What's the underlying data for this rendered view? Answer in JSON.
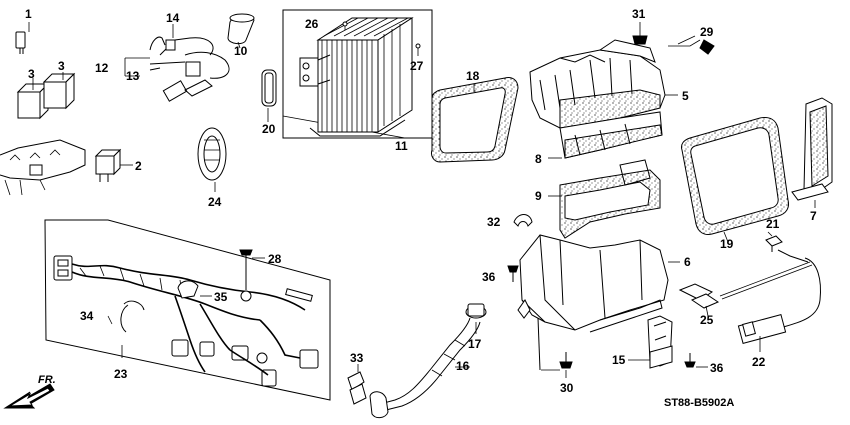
{
  "diagram_code": "ST88-B5902A",
  "direction_label": "FR.",
  "parts": [
    {
      "id": "p1",
      "label": "1"
    },
    {
      "id": "p2",
      "label": "2"
    },
    {
      "id": "p3a",
      "label": "3"
    },
    {
      "id": "p3b",
      "label": "3"
    },
    {
      "id": "p5",
      "label": "5"
    },
    {
      "id": "p6",
      "label": "6"
    },
    {
      "id": "p7",
      "label": "7"
    },
    {
      "id": "p8",
      "label": "8"
    },
    {
      "id": "p9",
      "label": "9"
    },
    {
      "id": "p10",
      "label": "10"
    },
    {
      "id": "p11",
      "label": "11"
    },
    {
      "id": "p12",
      "label": "12"
    },
    {
      "id": "p13",
      "label": "13"
    },
    {
      "id": "p14",
      "label": "14"
    },
    {
      "id": "p15",
      "label": "15"
    },
    {
      "id": "p16",
      "label": "16"
    },
    {
      "id": "p17",
      "label": "17"
    },
    {
      "id": "p18",
      "label": "18"
    },
    {
      "id": "p19",
      "label": "19"
    },
    {
      "id": "p20",
      "label": "20"
    },
    {
      "id": "p21",
      "label": "21"
    },
    {
      "id": "p22",
      "label": "22"
    },
    {
      "id": "p23",
      "label": "23"
    },
    {
      "id": "p24",
      "label": "24"
    },
    {
      "id": "p25",
      "label": "25"
    },
    {
      "id": "p26",
      "label": "26"
    },
    {
      "id": "p27",
      "label": "27"
    },
    {
      "id": "p28",
      "label": "28"
    },
    {
      "id": "p29",
      "label": "29"
    },
    {
      "id": "p30",
      "label": "30"
    },
    {
      "id": "p31",
      "label": "31"
    },
    {
      "id": "p32",
      "label": "32"
    },
    {
      "id": "p33",
      "label": "33"
    },
    {
      "id": "p34",
      "label": "34"
    },
    {
      "id": "p35",
      "label": "35"
    },
    {
      "id": "p36a",
      "label": "36"
    },
    {
      "id": "p36b",
      "label": "36"
    }
  ]
}
